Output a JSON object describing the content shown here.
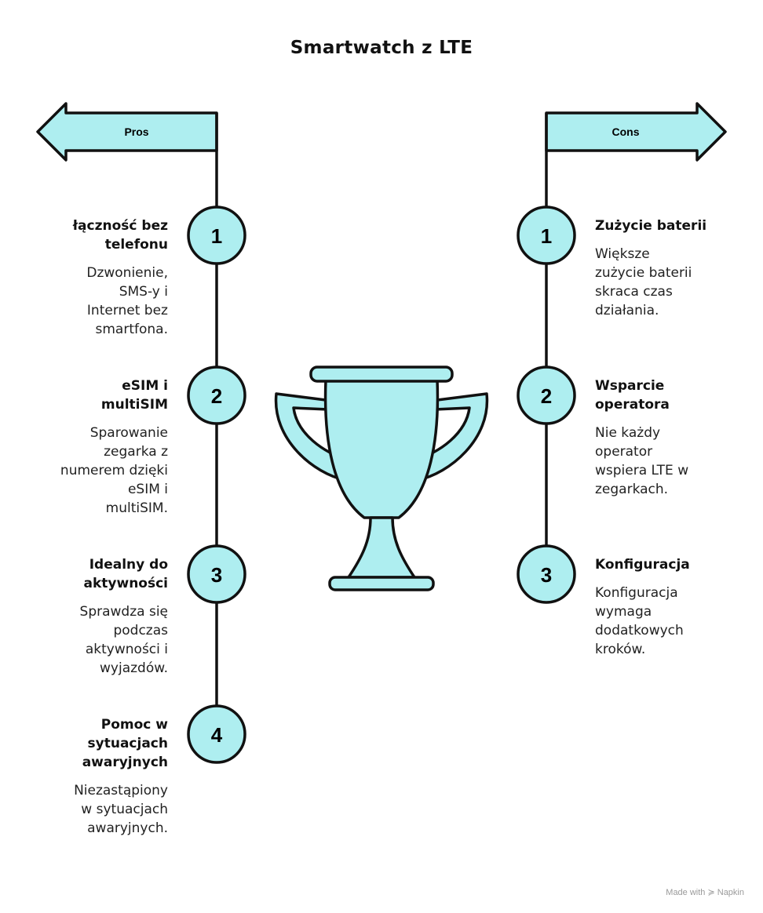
{
  "title": "Smartwatch z LTE",
  "colors": {
    "fill": "#aeeef0",
    "stroke": "#111111"
  },
  "pros": {
    "label": "Pros",
    "items": [
      {
        "num": "1",
        "title_lines": [
          "łączność bez",
          "telefonu"
        ],
        "desc_lines": [
          "Dzwonienie,",
          "SMS-y i",
          "Internet bez",
          "smartfona."
        ]
      },
      {
        "num": "2",
        "title_lines": [
          "eSIM i",
          "multiSIM"
        ],
        "desc_lines": [
          "Sparowanie",
          "zegarka z",
          "numerem dzięki",
          "eSIM i",
          "multiSIM."
        ]
      },
      {
        "num": "3",
        "title_lines": [
          "Idealny do",
          "aktywności"
        ],
        "desc_lines": [
          "Sprawdza się",
          "podczas",
          "aktywności i",
          "wyjazdów."
        ]
      },
      {
        "num": "4",
        "title_lines": [
          "Pomoc w",
          "sytuacjach",
          "awaryjnych"
        ],
        "desc_lines": [
          "Niezastąpiony",
          "w sytuacjach",
          "awaryjnych."
        ]
      }
    ]
  },
  "cons": {
    "label": "Cons",
    "items": [
      {
        "num": "1",
        "title_lines": [
          "Zużycie baterii"
        ],
        "desc_lines": [
          "Większe",
          "zużycie baterii",
          "skraca czas",
          "działania."
        ]
      },
      {
        "num": "2",
        "title_lines": [
          "Wsparcie",
          "operatora"
        ],
        "desc_lines": [
          "Nie każdy",
          "operator",
          "wspiera LTE w",
          "zegarkach."
        ]
      },
      {
        "num": "3",
        "title_lines": [
          "Konfiguracja"
        ],
        "desc_lines": [
          "Konfiguracja",
          "wymaga",
          "dodatkowych",
          "kroków."
        ]
      }
    ]
  },
  "footer": "Made with ≽ Napkin"
}
